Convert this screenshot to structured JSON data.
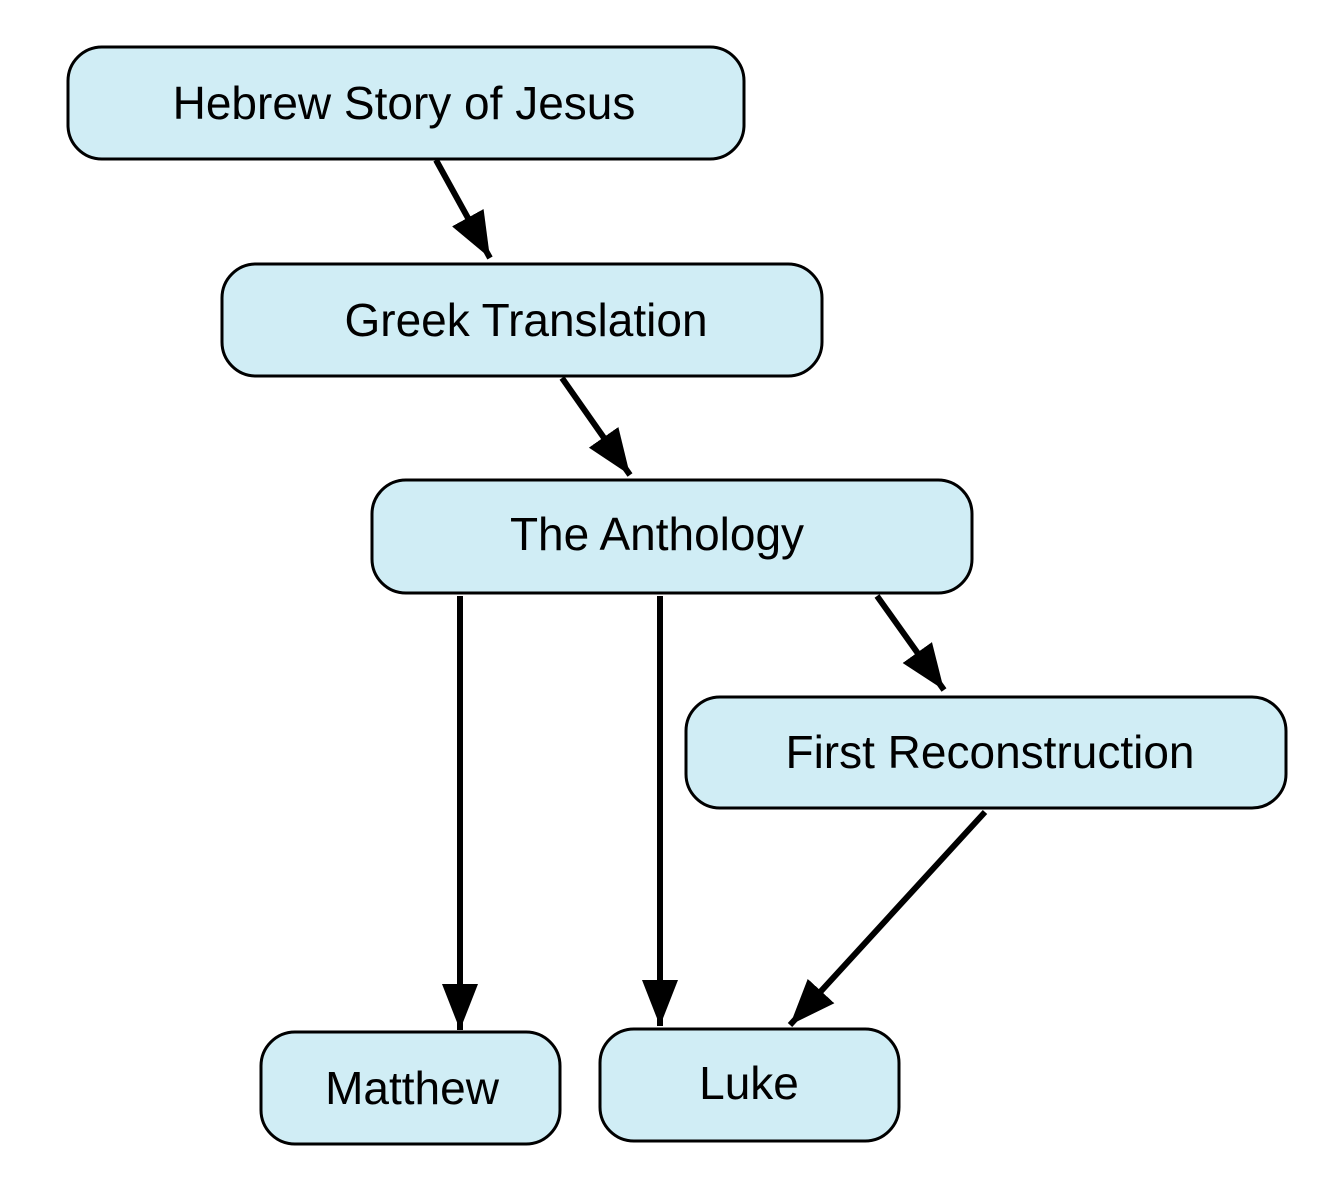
{
  "diagram": {
    "nodes": {
      "hebrew": "Hebrew Story of Jesus",
      "greek": "Greek Translation",
      "anthology": "The Anthology",
      "first_reconstruction": "First Reconstruction",
      "matthew": "Matthew",
      "luke": "Luke"
    },
    "edges": [
      {
        "from": "Hebrew Story of Jesus",
        "to": "Greek Translation"
      },
      {
        "from": "Greek Translation",
        "to": "The Anthology"
      },
      {
        "from": "The Anthology",
        "to": "First Reconstruction"
      },
      {
        "from": "The Anthology",
        "to": "Matthew"
      },
      {
        "from": "The Anthology",
        "to": "Luke"
      },
      {
        "from": "First Reconstruction",
        "to": "Luke"
      }
    ],
    "colors": {
      "node_fill": "#d0edf5",
      "stroke": "#000000"
    }
  }
}
